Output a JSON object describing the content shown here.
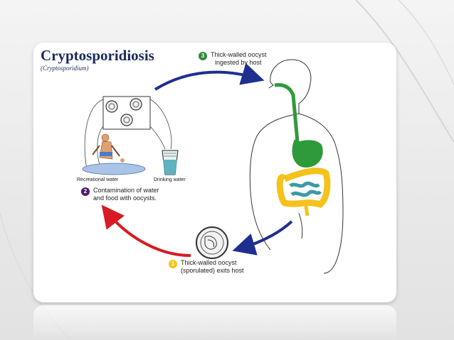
{
  "title": "Cryptosporidiosis",
  "subtitle": "(Cryptosporidium)",
  "steps": [
    {
      "number": "1",
      "text_line1": "Thick-walled oocyst",
      "text_line2": "(sporulated) exits host",
      "color": "#f5c518"
    },
    {
      "number": "2",
      "text_line1": "Contamination of water",
      "text_line2": "and food with oocysts.",
      "color": "#4b1a6b"
    },
    {
      "number": "3",
      "text_line1": "Thick-walled oocyst",
      "text_line2": "ingested by host",
      "color": "#2f8b3c"
    }
  ],
  "labels": {
    "recreational_water": "Recreational water",
    "drinking_water": "Drinking water"
  },
  "colors": {
    "arrow_blue": "#1f2f8f",
    "arrow_red": "#d81a22",
    "digestive_green": "#2f9a3a",
    "colon_yellow": "#f4c21a",
    "intestine_teal": "#3a9aa5",
    "title_navy": "#1c2a5c"
  }
}
